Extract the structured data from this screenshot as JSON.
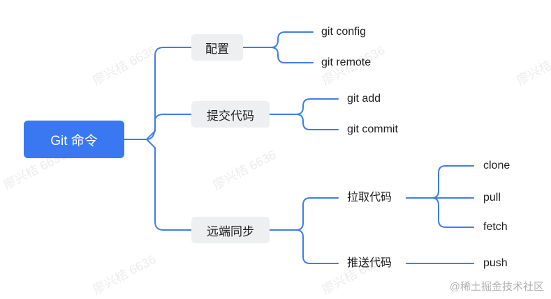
{
  "root": {
    "label": "Git 命令"
  },
  "branches": [
    {
      "label": "配置",
      "children": [
        "git config",
        "git remote"
      ]
    },
    {
      "label": "提交代码",
      "children": [
        "git add",
        "git commit"
      ]
    },
    {
      "label": "远端同步",
      "children": [
        "拉取代码",
        "推送代码"
      ]
    }
  ],
  "sub": {
    "pull": {
      "label": "拉取代码",
      "children": [
        "clone",
        "pull",
        "fetch"
      ]
    },
    "push": {
      "label": "推送代码",
      "children": [
        "push"
      ]
    }
  },
  "watermark": "廖兴桔 6636",
  "credit": "@稀土掘金技术社区",
  "colors": {
    "accent": "#3a78f2",
    "connector": "#3f7de6",
    "branch_bg": "#eeeff1"
  }
}
